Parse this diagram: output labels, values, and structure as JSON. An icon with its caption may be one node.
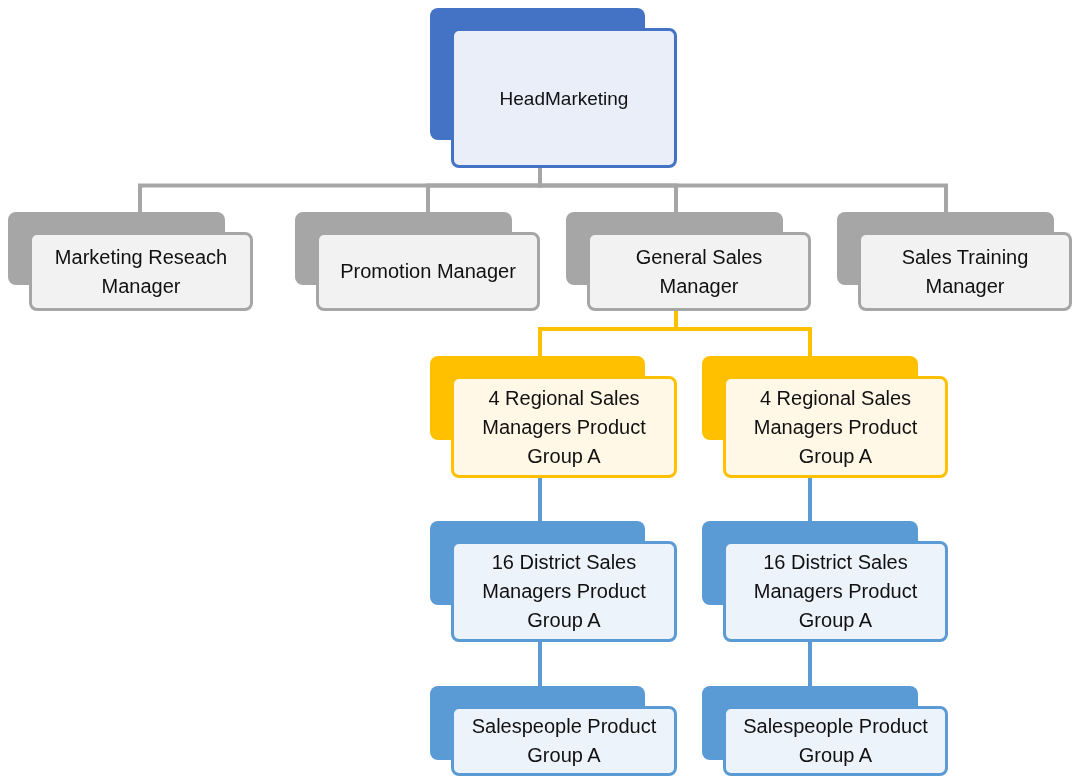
{
  "diagram": {
    "nodes": [
      {
        "text": [
          "HeadMarketing"
        ]
      },
      {
        "text": [
          "Marketing Reseach Manager"
        ]
      },
      {
        "text": [
          "Promotion Manager"
        ]
      },
      {
        "text": [
          "General Sales Manager"
        ]
      },
      {
        "text": [
          "Sales Training Manager"
        ]
      },
      {
        "text": [
          "4 Regional Sales Managers Product Group  A"
        ]
      },
      {
        "text": [
          "4 Regional Sales Managers Product Group  A"
        ]
      },
      {
        "text": [
          "16 District Sales Managers Product Group  A"
        ]
      },
      {
        "text": [
          "16 District Sales Managers Product Group  A"
        ]
      },
      {
        "text": [
          "Salespeople Product Group  A"
        ]
      },
      {
        "text": [
          "Salespeople Product Group  A"
        ]
      }
    ],
    "edges": [
      {
        "from": 0,
        "to": 1,
        "arrow": "none",
        "color": "#a6a6a6"
      },
      {
        "from": 0,
        "to": 2,
        "arrow": "none",
        "color": "#a6a6a6"
      },
      {
        "from": 0,
        "to": 3,
        "arrow": "none",
        "color": "#a6a6a6"
      },
      {
        "from": 0,
        "to": 4,
        "arrow": "none",
        "color": "#a6a6a6"
      },
      {
        "from": 3,
        "to": 5,
        "arrow": "none",
        "color": "#ffc000"
      },
      {
        "from": 3,
        "to": 6,
        "arrow": "none",
        "color": "#ffc000"
      },
      {
        "from": 5,
        "to": 7,
        "arrow": "none",
        "color": "#5b9bd5"
      },
      {
        "from": 6,
        "to": 8,
        "arrow": "none",
        "color": "#5b9bd5"
      },
      {
        "from": 7,
        "to": 9,
        "arrow": "none",
        "color": "#5b9bd5"
      },
      {
        "from": 8,
        "to": 10,
        "arrow": "none",
        "color": "#5b9bd5"
      }
    ]
  }
}
